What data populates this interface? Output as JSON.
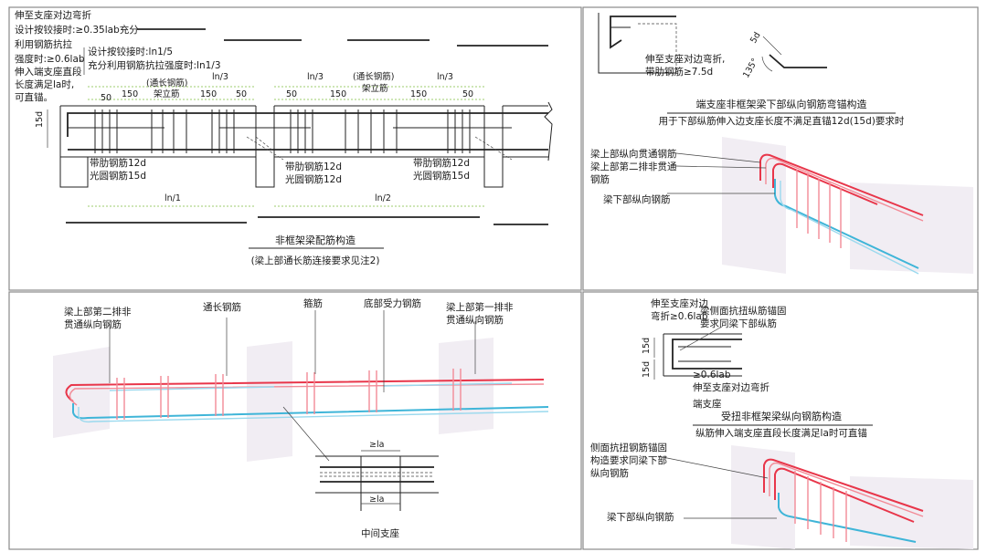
{
  "top_left": {
    "note_bend": "伸至支座对边弯折",
    "note_hinge": "设计按铰接时:≥0.35lab充分",
    "note_use": "利用钢筋抗拉",
    "note_strength": "强度时:≥0.6lab",
    "note_enter": "伸入端支座直段",
    "note_length": "长度满足la时,",
    "note_straight": "可直锚。",
    "hinge_ln5": "设计按铰接时:ln1/5",
    "full_ln3": "充分利用钢筋抗拉强度时:ln1/3",
    "ln3_a": "ln/3",
    "ln3_b": "ln/3",
    "ln3_c": "ln/3",
    "through_a": "(通长钢筋)",
    "support_a": "架立筋",
    "through_b": "(通长钢筋)",
    "support_b": "架立筋",
    "d50_a": "50",
    "d150_a": "150",
    "d150_b": "150",
    "d50_b": "50",
    "d50_c": "50",
    "d150_c": "150",
    "d150_d": "150",
    "d50_d": "50",
    "d15": "15d",
    "rib_a": "带肋钢筋12d",
    "plain_a": "光圆钢筋15d",
    "rib_b": "带肋钢筋12d",
    "plain_b": "光圆钢筋12d",
    "rib_c": "带肋钢筋12d",
    "plain_c": "光圆钢筋15d",
    "ln1": "ln/1",
    "ln2": "ln/2",
    "title": "非框架梁配筋构造",
    "subtitle": "(梁上部通长筋连接要求见注2)"
  },
  "top_right": {
    "note_bend": "伸至支座对边弯折,",
    "note_rib": "带肋钢筋≥7.5d",
    "d5": "5d",
    "angle": "135°",
    "title": "端支座非框架梁下部纵向钢筋弯锚构造",
    "subtitle": "用于下部纵筋伸入边支座长度不满足直锚12d(15d)要求时",
    "label_top_through": "梁上部纵向贯通钢筋",
    "label_second_row": "梁上部第二排非贯通",
    "label_second_row2": "钢筋",
    "label_bottom": "梁下部纵向钢筋"
  },
  "bottom_left": {
    "label_second_row": "梁上部第二排非",
    "label_second_row2": "贯通纵向钢筋",
    "label_through": "通长钢筋",
    "label_stirrup": "箍筋",
    "label_bottom_bar": "底部受力钢筋",
    "label_first_row": "梁上部第一排非",
    "label_first_row2": "贯通纵向钢筋",
    "la_top": "≥la",
    "la_bottom": "≥la",
    "mid_support": "中间支座"
  },
  "bottom_right": {
    "note_bend": "伸至支座对边",
    "note_bend2": "弯折≥0.6lab",
    "note_side": "梁侧面抗扭纵筋锚固",
    "note_side2": "要求同梁下部纵筋",
    "d15_a": "15d",
    "d15_b": "15d",
    "note_06": "≥0.6lab",
    "note_bend3": "伸至支座对边弯折",
    "end_support": "端支座",
    "title": "受扭非框架梁纵向钢筋构造",
    "subtitle": "纵筋伸入端支座直段长度满足la时可直锚",
    "label_side": "侧面抗扭钢筋锚固",
    "label_side2": "构造要求同梁下部",
    "label_side3": "纵向钢筋",
    "label_bottom": "梁下部纵向钢筋"
  },
  "colors": {
    "top_bar": "#e8364a",
    "bottom_bar": "#3fb5d8",
    "pane": "#f1edf3"
  }
}
